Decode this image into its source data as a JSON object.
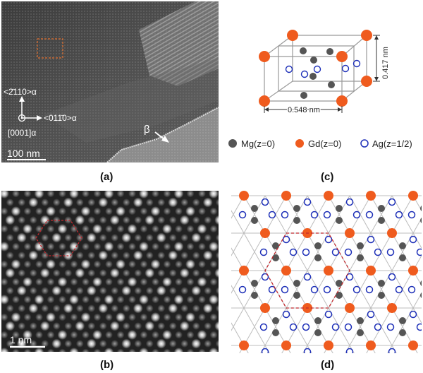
{
  "panels": {
    "a": {
      "caption": "(a)",
      "direction_up": "<2̄110>α",
      "direction_right": "<011̄0>α",
      "zone_axis": "[0001]α",
      "phase_label": "β",
      "scale_bar": "100 nm"
    },
    "b": {
      "caption": "(b)",
      "scale_bar": "1 nm"
    },
    "c": {
      "caption": "(c)",
      "dim_vertical": "0.417 nm",
      "dim_horizontal": "0.548 nm",
      "legend": [
        {
          "label": "Mg(z=0)",
          "color": "#555555",
          "style": "filled"
        },
        {
          "label": "Gd(z=0)",
          "color": "#ef5b1e",
          "style": "filled"
        },
        {
          "label": "Ag(z=1/2)",
          "color": "#1d2fb8",
          "style": "open"
        }
      ]
    },
    "d": {
      "caption": "(d)"
    }
  },
  "colors": {
    "mg": "#555555",
    "gd": "#ef5b1e",
    "ag": "#1d2fb8",
    "hexagon": "#c0282d",
    "box": "#e07030"
  }
}
